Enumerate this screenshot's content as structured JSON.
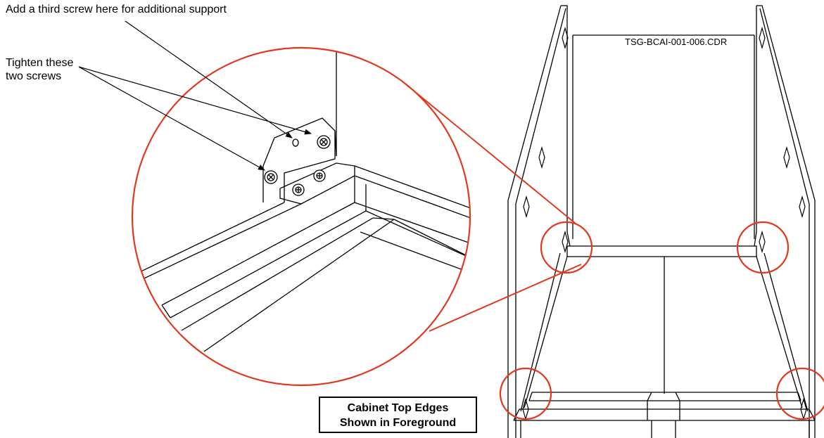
{
  "callouts": {
    "third_screw": "Add a third screw here for additional support",
    "tighten_line1": "Tighten these",
    "tighten_line2": "two screws"
  },
  "drawing_code": "TSG-BCAI-001-006.CDR",
  "note": {
    "line1": "Cabinet Top Edges",
    "line2": "Shown in Foreground"
  },
  "colors": {
    "highlight": "#e0391f",
    "line": "#000000"
  }
}
